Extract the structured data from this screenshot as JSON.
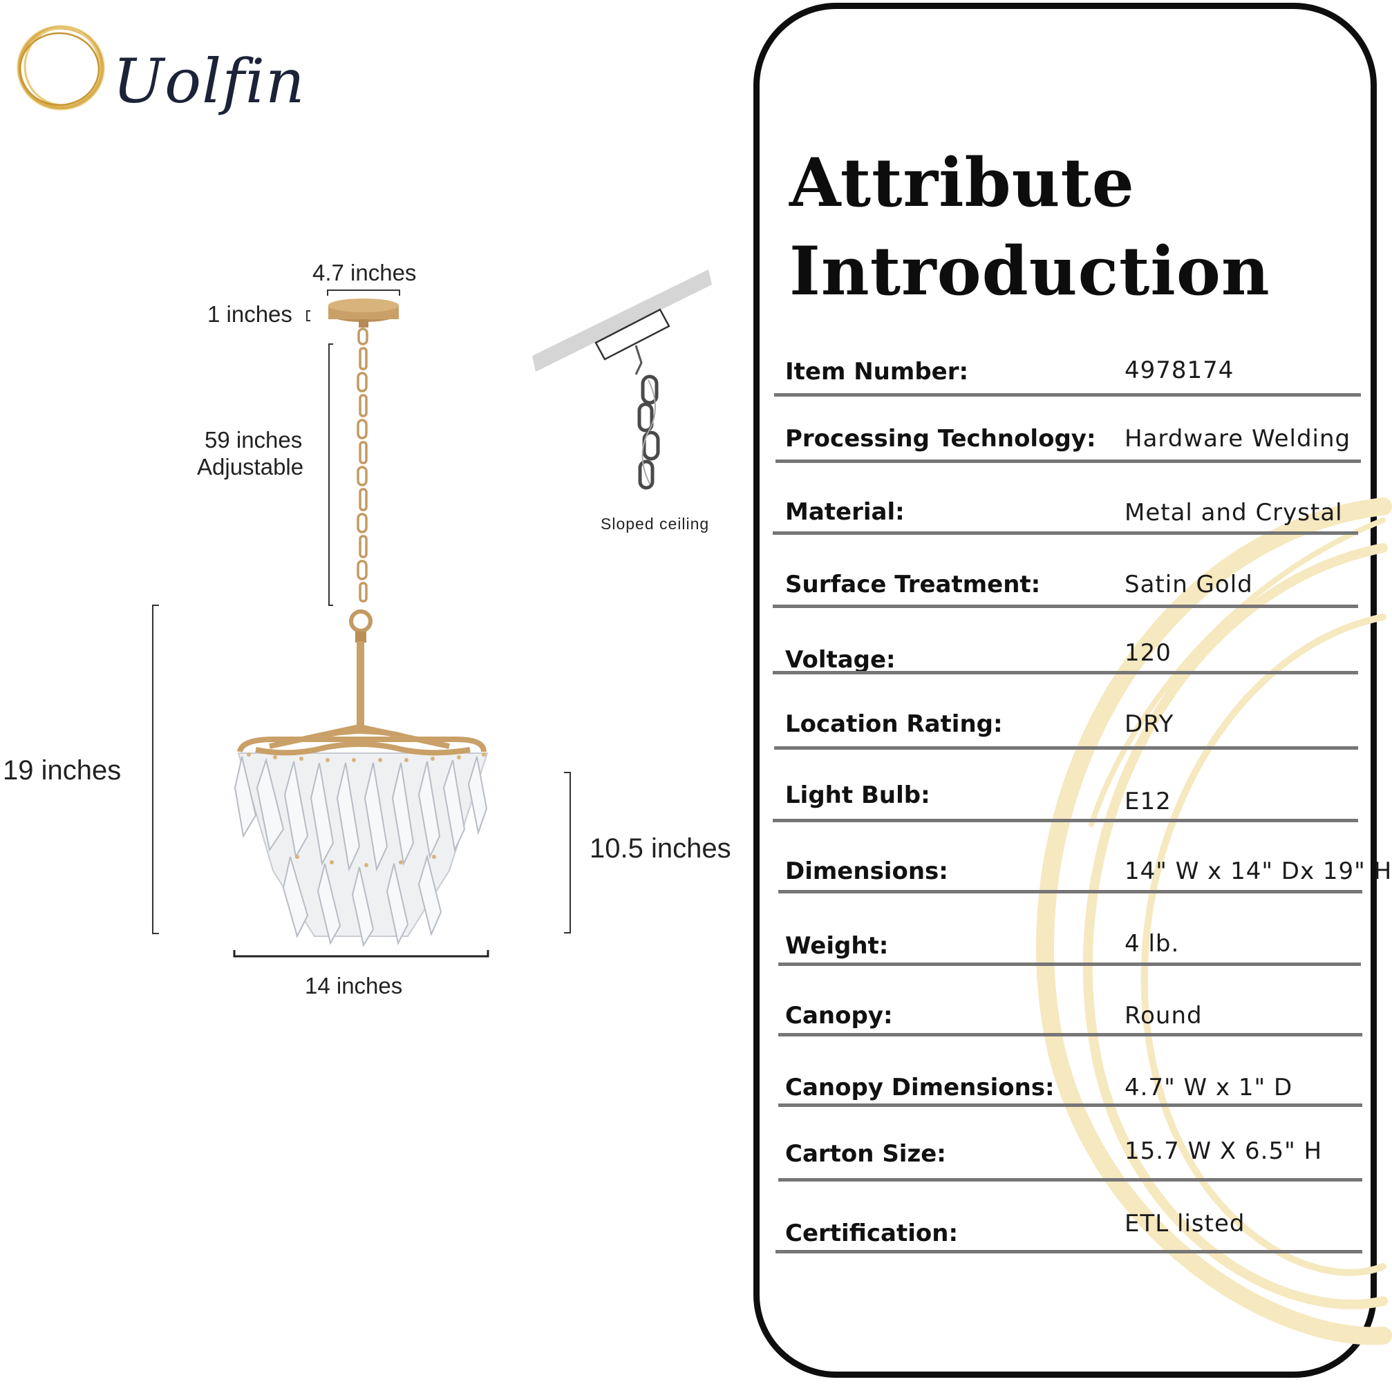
{
  "brand": {
    "name": "Uolfin",
    "ring_color": "#d8ad4c",
    "text_color": "#1c2238"
  },
  "dimensions": {
    "canopy_width": "4.7 inches",
    "canopy_depth": "1 inches",
    "chain_length": "59 inches",
    "chain_note": "Adjustable",
    "overall_height": "19 inches",
    "body_height": "10.5 inches",
    "width": "14 inches"
  },
  "sloped": {
    "caption": "Sloped ceiling"
  },
  "attributes": {
    "title_line1": "Attribute",
    "title_line2": "Introduction",
    "rows": [
      {
        "label": "Item Number:",
        "value": "4978174"
      },
      {
        "label": "Processing Technology:",
        "value": "Hardware Welding"
      },
      {
        "label": "Material:",
        "value": "Metal and Crystal"
      },
      {
        "label": "Surface Treatment:",
        "value": "Satin Gold"
      },
      {
        "label": "Voltage:",
        "value": "120"
      },
      {
        "label": "Location Rating:",
        "value": "DRY"
      },
      {
        "label": "Light Bulb:",
        "value": "E12"
      },
      {
        "label": "Dimensions:",
        "value": "14\" W  x 14\" Dx 19\" H"
      },
      {
        "label": "Weight:",
        "value": "4 lb."
      },
      {
        "label": "Canopy:",
        "value": "Round"
      },
      {
        "label": "Canopy Dimensions:",
        "value": "4.7\" W x 1\" D"
      },
      {
        "label": "Carton Size:",
        "value": "15.7 W  X 6.5\" H"
      },
      {
        "label": "Certification:",
        "value": "ETL listed"
      }
    ]
  },
  "colors": {
    "gold": "#c9a067",
    "card_border": "#0e0e0e",
    "divider": "#767676",
    "deco": "#f6e8bf"
  }
}
